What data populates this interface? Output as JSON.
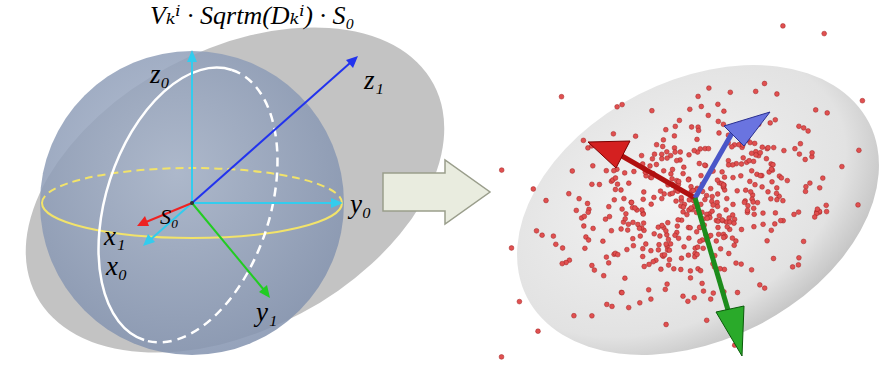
{
  "diagram": {
    "labels": [
      "Vₖⁱ · Sqrtm(Dₖⁱ) · S₀",
      "z₀",
      "z₁",
      "S₀",
      "y₀",
      "x₁",
      "x₀",
      "y₁"
    ]
  }
}
